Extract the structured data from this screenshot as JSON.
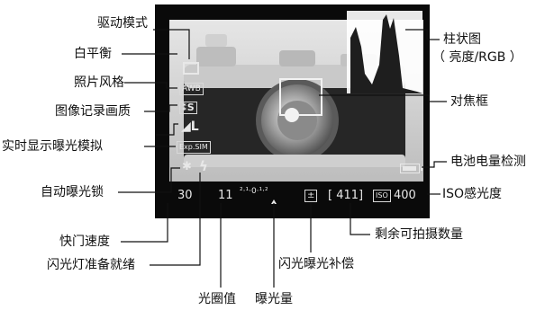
{
  "labels": {
    "drive_mode": "驱动模式",
    "white_balance": "白平衡",
    "picture_style": "照片风格",
    "image_quality": "图像记录画质",
    "exposure_sim": "实时显示曝光模拟",
    "ae_lock": "自动曝光锁",
    "shutter_speed": "快门速度",
    "flash_ready": "闪光灯准备就绪",
    "aperture": "光圈值",
    "exposure_level": "曝光量",
    "flash_comp": "闪光曝光补偿",
    "shots_remaining": "剩余可拍摄数量",
    "iso": "ISO感光度",
    "battery": "电池电量检测",
    "af_frame": "对焦框",
    "histogram_line1": "柱状图",
    "histogram_line2": "（ 亮度/RGB ）"
  },
  "screen": {
    "wb": "AWB",
    "style": "S",
    "quality": "L",
    "exp_sim": "Exp.SIM",
    "ae_lock_symbol": "✱",
    "flash_symbol": "ϟ",
    "shutter": "30",
    "aperture": "11",
    "meter_scale": "²·¹·0·¹·²",
    "flash_comp_symbol": "±",
    "shots": "[ 411]",
    "iso_symbol": "ISO",
    "iso_value": "400"
  }
}
